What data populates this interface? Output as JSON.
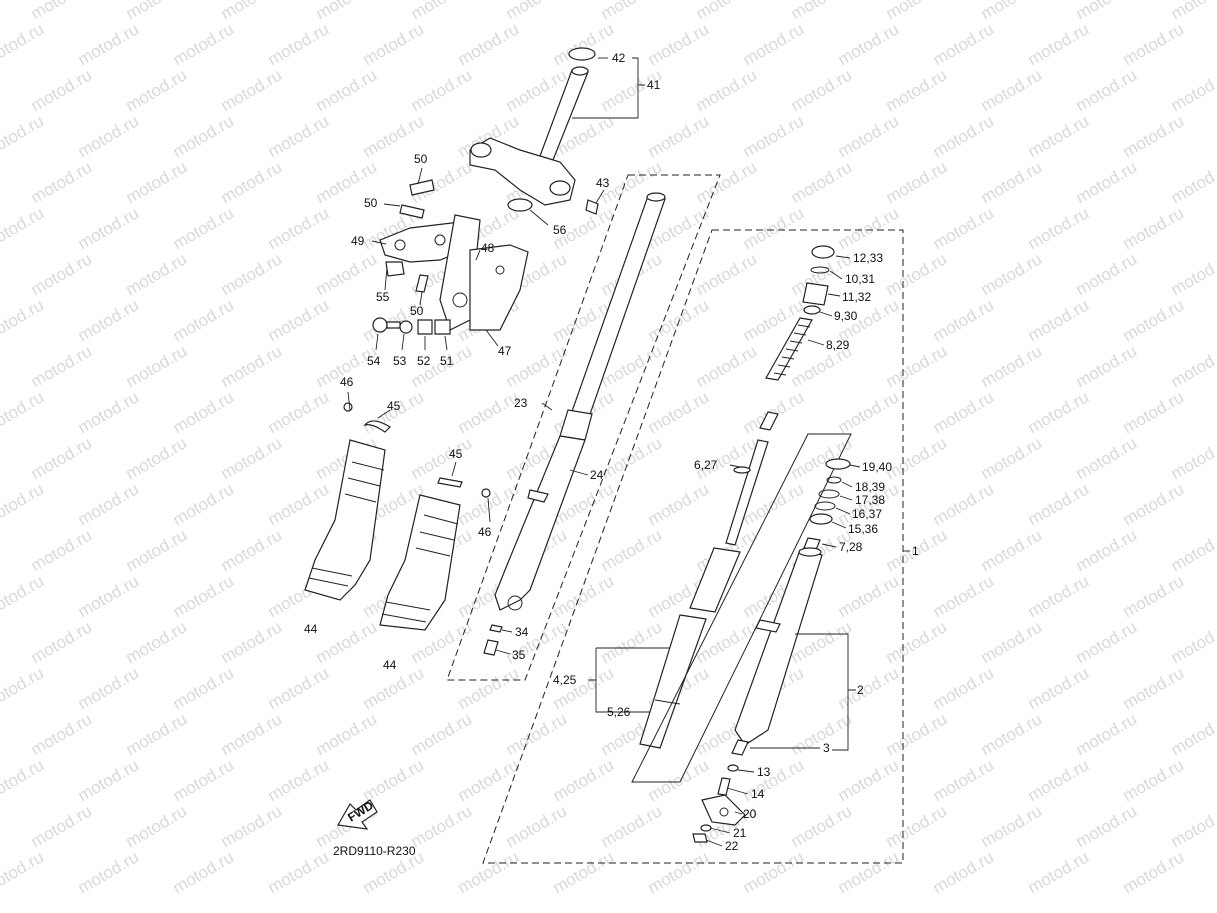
{
  "watermark": "motod.ru",
  "diagram_code": "2RD9110-R230",
  "fwd_label": "FWD",
  "callouts": {
    "c42": "42",
    "c41": "41",
    "c43": "43",
    "c56": "56",
    "c50a": "50",
    "c50b": "50",
    "c50c": "50",
    "c49": "49",
    "c48": "48",
    "c55": "55",
    "c47": "47",
    "c54": "54",
    "c53": "53",
    "c52": "52",
    "c51": "51",
    "c46a": "46",
    "c45a": "45",
    "c45b": "45",
    "c46b": "46",
    "c44a": "44",
    "c44b": "44",
    "c23": "23",
    "c24": "24",
    "c34": "34",
    "c35": "35",
    "c1233": "12,33",
    "c1031": "10,31",
    "c1132": "11,32",
    "c930": "9,30",
    "c829": "8,29",
    "c627": "6,27",
    "c1940": "19,40",
    "c1839": "18,39",
    "c1738": "17,38",
    "c1637": "16,37",
    "c1536": "15,36",
    "c728": "7,28",
    "c1": "1",
    "c2": "2",
    "c3": "3",
    "c425": "4,25",
    "c526": "5,26",
    "c13": "13",
    "c14": "14",
    "c20": "20",
    "c21": "21",
    "c22": "22"
  }
}
